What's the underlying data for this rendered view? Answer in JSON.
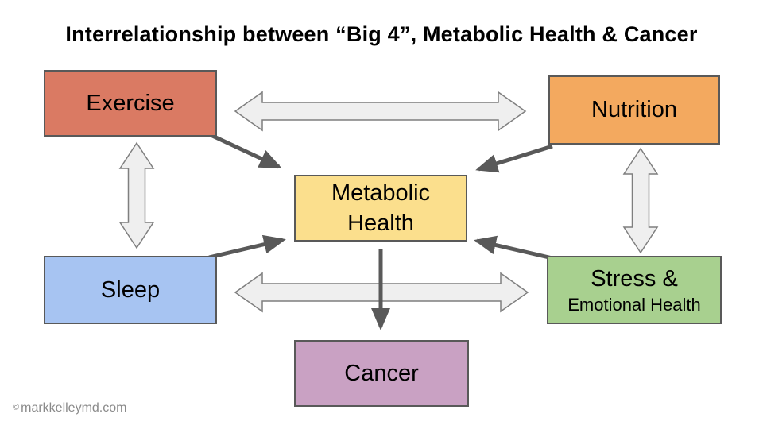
{
  "title": "Interrelationship between “Big 4”, Metabolic Health & Cancer",
  "nodes": {
    "exercise": {
      "label": "Exercise",
      "color": "#DA7A63"
    },
    "nutrition": {
      "label": "Nutrition",
      "color": "#F3A95F"
    },
    "metabolic_health": {
      "label_line1": "Metabolic",
      "label_line2": "Health",
      "color": "#FBDF8D"
    },
    "sleep": {
      "label": "Sleep",
      "color": "#A7C4F2"
    },
    "stress": {
      "label_line1": "Stress &",
      "label_line2": "Emotional Health",
      "color": "#A8D08F"
    },
    "cancer": {
      "label": "Cancer",
      "color": "#C9A1C3"
    }
  },
  "edges": [
    {
      "from": "Exercise",
      "to": "Nutrition",
      "type": "bidirectional"
    },
    {
      "from": "Exercise",
      "to": "Sleep",
      "type": "bidirectional"
    },
    {
      "from": "Nutrition",
      "to": "Stress & Emotional Health",
      "type": "bidirectional"
    },
    {
      "from": "Sleep",
      "to": "Stress & Emotional Health",
      "type": "bidirectional"
    },
    {
      "from": "Exercise",
      "to": "Metabolic Health",
      "type": "directed"
    },
    {
      "from": "Nutrition",
      "to": "Metabolic Health",
      "type": "directed"
    },
    {
      "from": "Sleep",
      "to": "Metabolic Health",
      "type": "directed"
    },
    {
      "from": "Stress & Emotional Health",
      "to": "Metabolic Health",
      "type": "directed"
    },
    {
      "from": "Metabolic Health",
      "to": "Cancer",
      "type": "directed"
    }
  ],
  "watermark": {
    "symbol": "©",
    "text": "markkelleymd.com"
  },
  "colors": {
    "background": "#FFFFFF",
    "title_text": "#000000",
    "node_border": "#595959",
    "directed_arrow": "#595959",
    "bidirectional_arrow_fill": "#EFEFEF",
    "bidirectional_arrow_stroke": "#7F7F7F",
    "watermark_text": "#8A8A8A"
  }
}
